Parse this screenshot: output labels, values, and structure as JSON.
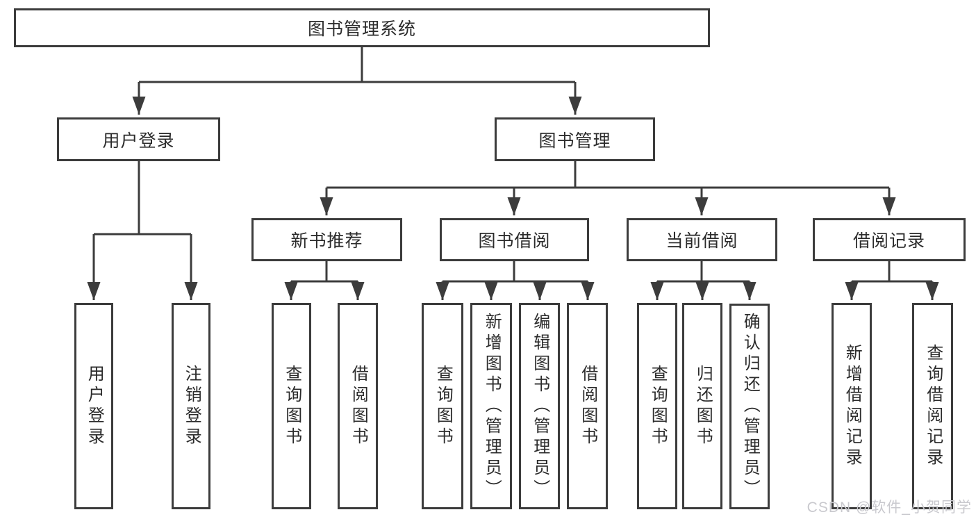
{
  "nodes": {
    "root": "图书管理系统",
    "user_login": "用户登录",
    "book_mgmt": "图书管理",
    "new_book": "新书推荐",
    "book_borrow": "图书借阅",
    "current_borrow": "当前借阅",
    "borrow_record": "借阅记录"
  },
  "leaves": {
    "user_login": [
      "用户登录",
      "注销登录"
    ],
    "new_book": [
      "查询图书",
      "借阅图书"
    ],
    "book_borrow": [
      "查询图书",
      "新增图书（管理员）",
      "编辑图书（管理员）",
      "借阅图书"
    ],
    "current_borrow": [
      "查询图书",
      "归还图书",
      "确认归还（管理员）"
    ],
    "borrow_record": [
      "新增借阅记录",
      "查询借阅记录"
    ]
  },
  "watermark": "CSDN @软件_小贺同学",
  "colors": {
    "line": "#3c3c3c",
    "text": "#2b2b2b",
    "background": "#ffffff",
    "watermark": "#c9c9ce"
  }
}
